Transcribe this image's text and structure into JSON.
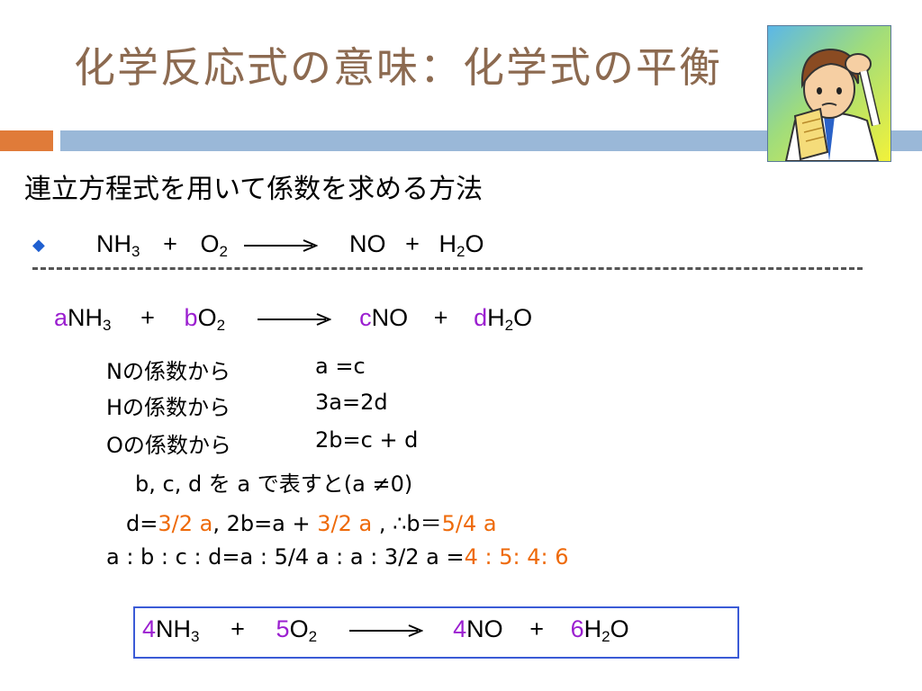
{
  "slide": {
    "title": "化学反応式の意味：化学式の平衡",
    "subtitle": "連立方程式を用いて係数を求める方法"
  },
  "eq1": {
    "r1": "NH",
    "r1_sub": "3",
    "plus1": "+",
    "r2": "O",
    "r2_sub": "2",
    "p1": "NO",
    "plus2": "+",
    "p2a": "H",
    "p2_sub": "2",
    "p2b": "O"
  },
  "eq2": {
    "a": "a",
    "r1": "NH",
    "r1_sub": "3",
    "plus1": "+",
    "b": "b",
    "r2": "O",
    "r2_sub": "2",
    "c": "c",
    "p1": "NO",
    "plus2": "+",
    "d": "d",
    "p2a": "H",
    "p2_sub": "2",
    "p2b": "O"
  },
  "steps": {
    "n_label": "Nの係数から",
    "n_eq": "a =c",
    "h_label": "Hの係数から",
    "h_eq": "3a=2d",
    "o_label": "Oの係数から",
    "o_eq": "2b=c + d",
    "express": "b, c, d  を a で表すと(a ≠0)",
    "d_prefix": "d=",
    "d_val": "3/2 a",
    "b_prefix": ",   2b=a + ",
    "b_val": "3/2 a",
    "therefore": " ,   ∴b＝",
    "b_result": "5/4 a",
    "ratio_prefix": "a : b : c : d=a : 5/4 a : a : 3/2 a =",
    "ratio_result": "4 : 5: 4: 6"
  },
  "result": {
    "a": "4",
    "r1": "NH",
    "r1_sub": "3",
    "plus1": "+",
    "b": "5",
    "r2": "O",
    "r2_sub": "2",
    "c": "4",
    "p1": "NO",
    "plus2": "+",
    "d": "6",
    "p2a": "H",
    "p2_sub": "2",
    "p2b": "O"
  },
  "icons": {
    "bullet": "diamond-bullet-icon",
    "avatar": "thinking-person-icon",
    "arrow": "reaction-arrow-icon"
  },
  "colors": {
    "title": "#8c6a50",
    "coefficient": "#9b1fd0",
    "highlight": "#ee6a0a",
    "accent_bar": "#e07b39",
    "bar": "#9ab8d8",
    "result_border": "#3b5bd6"
  }
}
